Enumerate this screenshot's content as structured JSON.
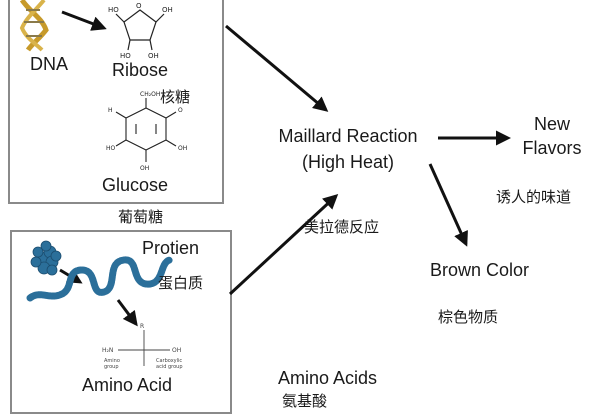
{
  "top_left": {
    "dna": "DNA",
    "ribose": "Ribose",
    "ribose_cn": "核糖",
    "glucose": "Glucose",
    "glucose_cn": "葡萄糖"
  },
  "bottom_left": {
    "protein": "Protien",
    "protein_cn": "蛋白质",
    "amino_acid": "Amino Acid"
  },
  "center": {
    "reaction_line1": "Maillard Reaction",
    "reaction_line2": "(High Heat)",
    "reaction_cn": "美拉德反应"
  },
  "right": {
    "new_flavors_line1": "New",
    "new_flavors_line2": "Flavors",
    "new_flavors_cn": "诱人的味道",
    "brown_color": "Brown Color",
    "brown_color_cn": "棕色物质"
  },
  "bottom": {
    "amino_acids": "Amino Acids",
    "amino_acids_cn": "氨基酸"
  },
  "colors": {
    "box_border": "#8a8a8a",
    "protein_blue": "#2b6f9a",
    "arrow": "#111111"
  }
}
